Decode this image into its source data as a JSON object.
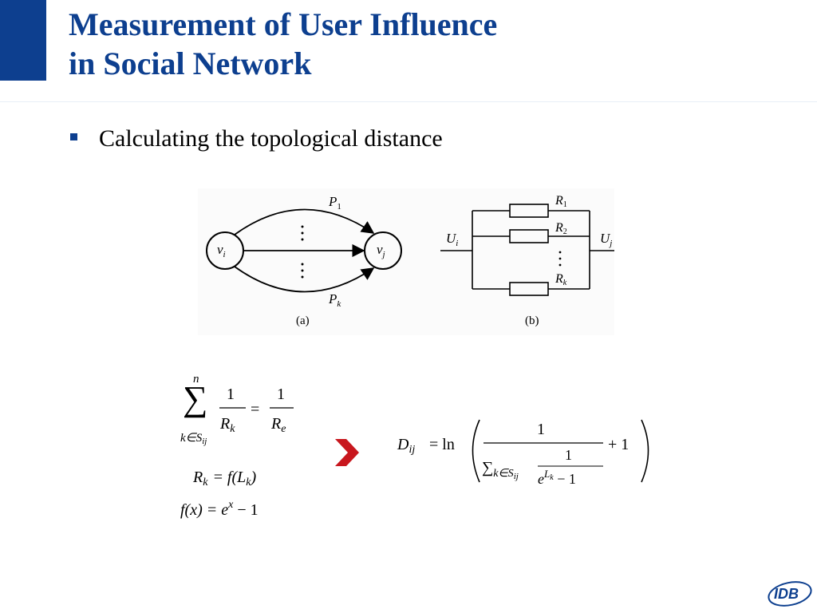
{
  "slide": {
    "title_line1": "Measurement of User Influence",
    "title_line2": "in Social Network",
    "bullet": "Calculating the topological distance"
  },
  "figure": {
    "a": {
      "node_i": "v",
      "node_i_sub": "i",
      "node_j": "v",
      "node_j_sub": "j",
      "path_top": "P",
      "path_top_sub": "1",
      "path_bottom": "P",
      "path_bottom_sub": "k",
      "caption": "(a)"
    },
    "b": {
      "left": "U",
      "left_sub": "i",
      "right": "U",
      "right_sub": "j",
      "r1": "R",
      "r1_sub": "1",
      "r2": "R",
      "r2_sub": "2",
      "rk": "R",
      "rk_sub": "k",
      "caption": "(b)"
    }
  },
  "equations": {
    "sum_upper": "n",
    "sum_lower": "k∈S",
    "sum_lower_sub": "ij",
    "one": "1",
    "rk": "R",
    "rk_sub": "k",
    "equals": "=",
    "re": "R",
    "re_sub": "e",
    "rk_def_lhs": "R",
    "rk_def_lhs_sub": "k",
    "rk_def_rhs": "= f(L",
    "rk_def_rhs_sub": "k",
    "close_paren": ")",
    "f_def": "f(x) = e",
    "f_def_sup": "x",
    "f_def_tail": " − 1",
    "d_lhs": "D",
    "d_lhs_sub": "ij",
    "d_eq_ln": "= ln",
    "plus_one": "+ 1",
    "inner_sum": "∑",
    "inner_sum_sub": "k∈S",
    "inner_sum_subsub": "ij",
    "e_base": "e",
    "e_sup": "L",
    "e_sup_sub": "k",
    "minus_one": " − 1"
  },
  "colors": {
    "brand_blue": "#0d3f8f",
    "chevron_red": "#c8171e"
  },
  "logo": {
    "text": "IDB"
  }
}
